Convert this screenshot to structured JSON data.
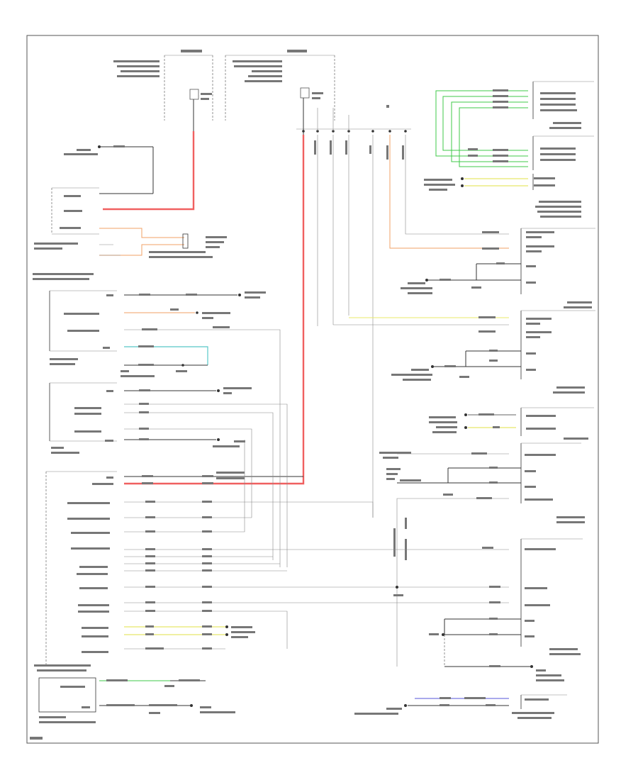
{
  "footer": {
    "code": ""
  },
  "colors": {
    "red": "#f06060",
    "green": "#3fc84a",
    "yellow": "#e8e86a",
    "orange": "#f2a066",
    "cyan": "#58c8c8",
    "blue": "#7878e0",
    "wire": "#333333"
  },
  "components": [
    {
      "id": "integrated-power-module",
      "label": ""
    },
    {
      "id": "hazard-switch",
      "label": ""
    },
    {
      "id": "rear-tail-lamp",
      "label": ""
    },
    {
      "id": "body-control-module",
      "label": ""
    },
    {
      "id": "hazard-switch-bottom",
      "label": ""
    },
    {
      "id": "brake-pedal-switch",
      "label": ""
    },
    {
      "id": "right-rear-lamp",
      "label": ""
    },
    {
      "id": "left-front-lamp",
      "label": ""
    },
    {
      "id": "left-fog-lamp",
      "label": ""
    },
    {
      "id": "left-tail-lamp",
      "label": ""
    },
    {
      "id": "steering-control-module",
      "label": ""
    }
  ]
}
